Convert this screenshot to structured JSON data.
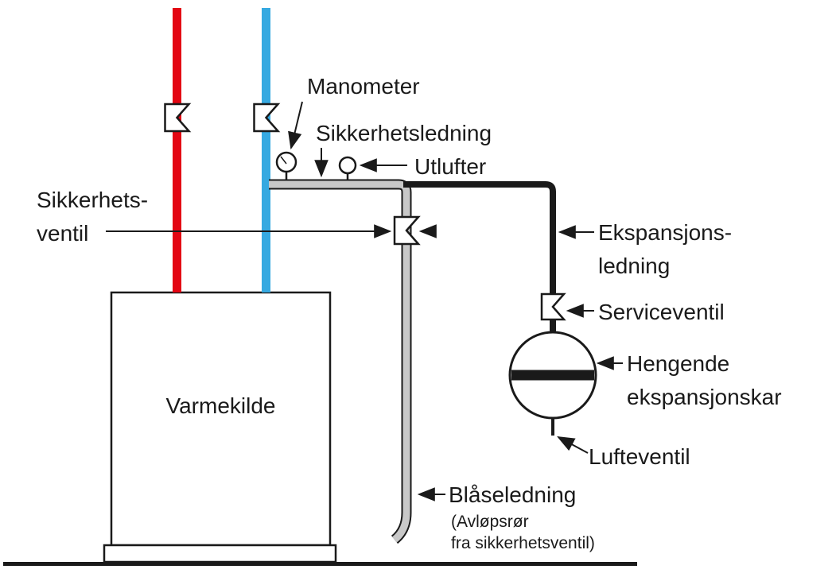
{
  "diagram": {
    "title": "Heating system safety / expansion schematic",
    "labels": {
      "manometer": "Manometer",
      "sikkerhetsledning": "Sikkerhetsledning",
      "utlufter": "Utlufter",
      "sikkerhetsventil_line1": "Sikkerhets-",
      "sikkerhetsventil_line2": "ventil",
      "ekspansjonsledning_line1": "Ekspansjons-",
      "ekspansjonsledning_line2": "ledning",
      "serviceventil": "Serviceventil",
      "hengende_line1": "Hengende",
      "hengende_line2": "ekspansjonskar",
      "lufteventil": "Lufteventil",
      "blaseledning": "Blåseledning",
      "avlopsror_line1": "(Avløpsrør",
      "avlopsror_line2": "fra sikkerhetsventil)",
      "varmekilde": "Varmekilde"
    },
    "colors": {
      "red_pipe": "#e30613",
      "blue_pipe": "#36a9e1",
      "gray_pipe": "#c8c8c8",
      "black_pipe": "#1a1a1a",
      "outline": "#1a1a1a",
      "text": "#1a1a1a",
      "background": "#ffffff"
    }
  }
}
